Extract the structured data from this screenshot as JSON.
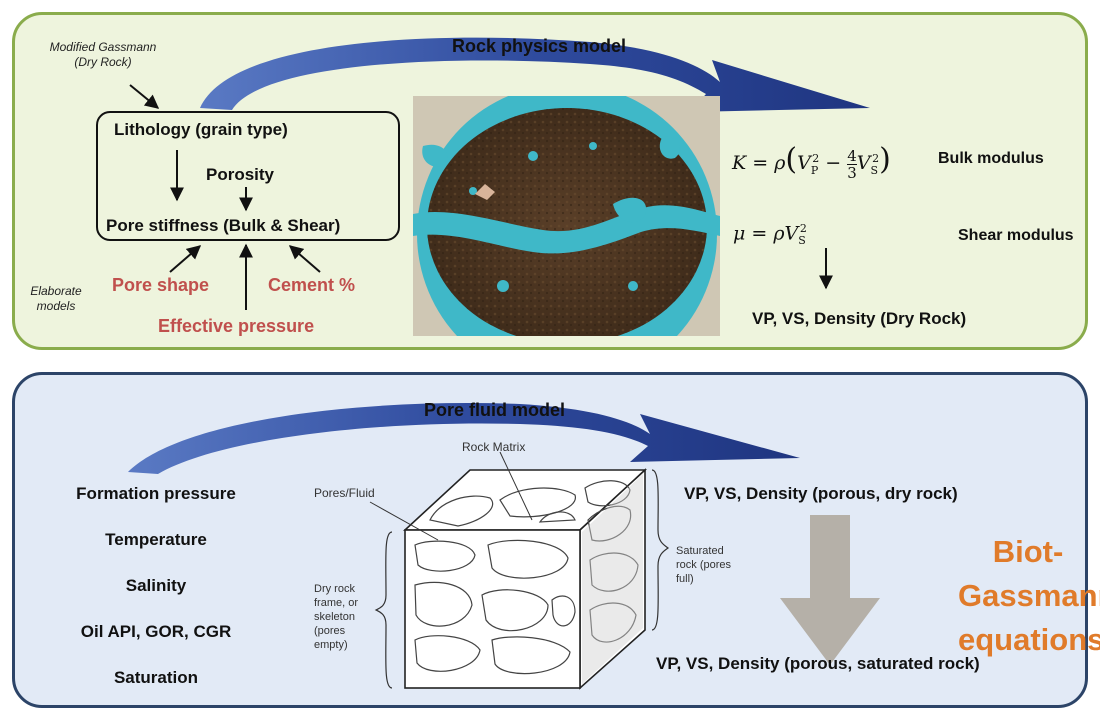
{
  "top_panel": {
    "title": "Rock physics model",
    "modified_gassmann": [
      "Modified Gassmann",
      "(Dry Rock)"
    ],
    "elaborate_models": [
      "Elaborate",
      "models"
    ],
    "lithology": "Lithology (grain type)",
    "porosity": "Porosity",
    "pore_stiffness": "Pore stiffness (Bulk & Shear)",
    "pore_shape": "Pore shape",
    "cement": "Cement %",
    "effective_pressure": "Effective pressure",
    "bulk_modulus": "Bulk modulus",
    "shear_modulus": "Shear modulus",
    "dry_rock_output": "VP, VS, Density (Dry Rock)"
  },
  "bottom_panel": {
    "title": "Pore fluid model",
    "inputs": [
      "Formation pressure",
      "Temperature",
      "Salinity",
      "Oil API, GOR, CGR",
      "Saturation"
    ],
    "cube_labels": {
      "rock_matrix": "Rock Matrix",
      "pores_fluid": "Pores/Fluid",
      "dry_frame": [
        "Dry rock",
        "frame, or",
        "skeleton",
        "(pores",
        "empty)"
      ],
      "saturated": [
        "Saturated",
        "rock (pores",
        "full)"
      ]
    },
    "porous_dry": "VP, VS, Density (porous, dry rock)",
    "porous_saturated": "VP, VS, Density (porous, saturated rock)",
    "biot": [
      "Biot-",
      "Gassmann",
      "equations"
    ]
  },
  "colors": {
    "top_border": "#8aac4c",
    "top_fill": "#eef4dd",
    "bottom_border": "#2c4468",
    "bottom_fill": "#e2eaf6",
    "arrow_blue": "#2b3f8f",
    "red_text": "#c0504d",
    "orange_text": "#e07b2a",
    "grey_arrow": "#b5b0a8",
    "pore_cyan": "#3fb8c8",
    "rock_dark": "#4a3524"
  }
}
